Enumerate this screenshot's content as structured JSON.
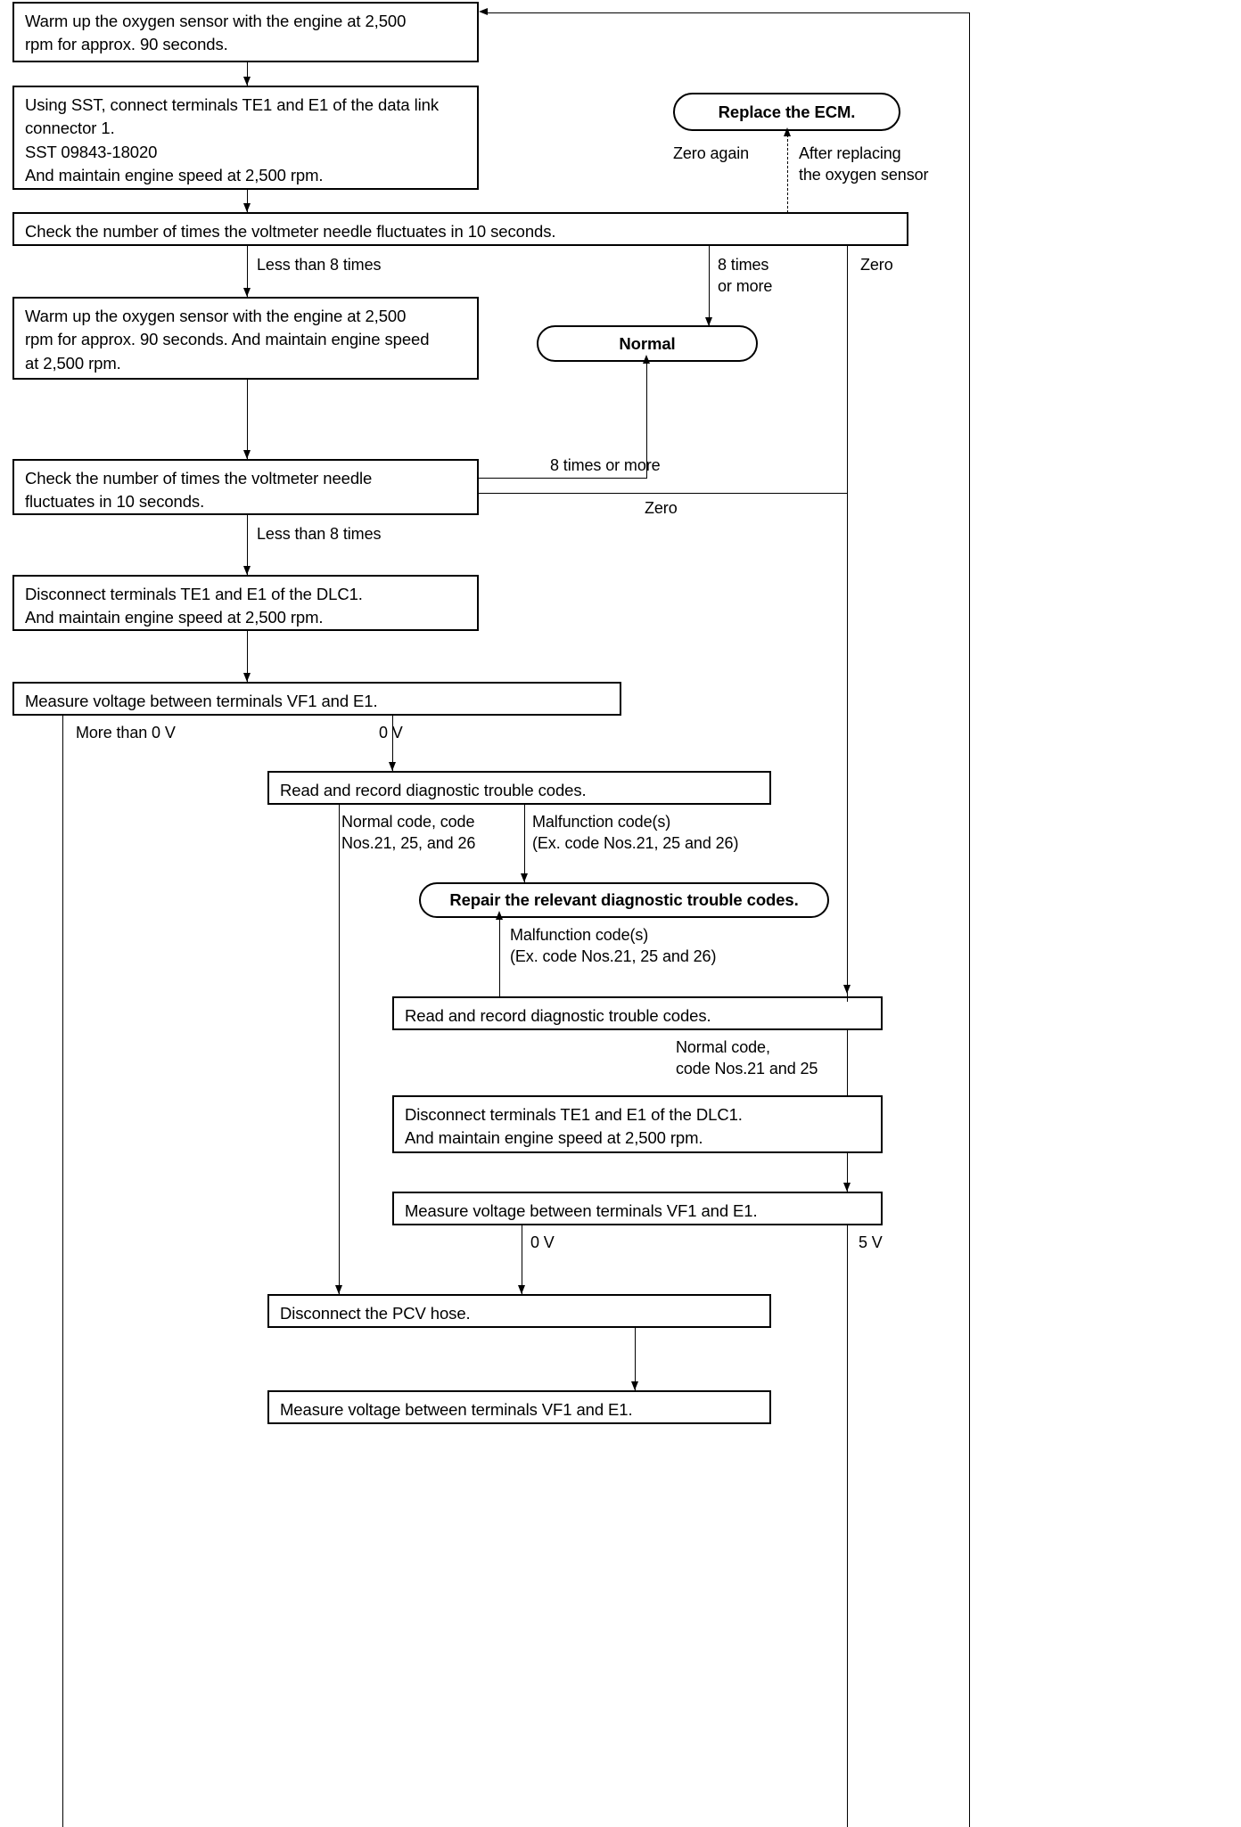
{
  "diagram": {
    "type": "flowchart",
    "title": "Oxygen sensor / ECM diagnostic flowchart",
    "nodes": [
      {
        "id": "n1",
        "shape": "process",
        "text": "Warm up the oxygen sensor with the engine at 2,500\nrpm for approx. 90 seconds."
      },
      {
        "id": "n2",
        "shape": "process",
        "text": "Using SST, connect terminals TE1 and E1 of the data link\nconnector 1.\nSST 09843-18020\nAnd maintain engine speed at 2,500 rpm."
      },
      {
        "id": "n3",
        "shape": "process",
        "text": "Check the number of times the voltmeter needle fluctuates in 10 seconds."
      },
      {
        "id": "n4",
        "shape": "terminator",
        "text": "Replace the ECM."
      },
      {
        "id": "n5",
        "shape": "process",
        "text": "Warm up the oxygen sensor with the engine at 2,500\nrpm for approx. 90 seconds. And maintain engine speed\nat 2,500 rpm."
      },
      {
        "id": "n6",
        "shape": "terminator",
        "text": "Normal"
      },
      {
        "id": "n7",
        "shape": "process",
        "text": "Check the number of times the voltmeter needle\nfluctuates in 10 seconds."
      },
      {
        "id": "n8",
        "shape": "process",
        "text": "Disconnect terminals TE1 and E1 of the DLC1.\nAnd maintain engine speed at 2,500 rpm."
      },
      {
        "id": "n9",
        "shape": "process",
        "text": "Measure voltage between terminals VF1 and E1."
      },
      {
        "id": "n10",
        "shape": "process",
        "text": "Read and record diagnostic trouble codes."
      },
      {
        "id": "n11",
        "shape": "terminator",
        "text": "Repair the relevant diagnostic trouble codes."
      },
      {
        "id": "n12",
        "shape": "process",
        "text": "Read and record diagnostic trouble codes."
      },
      {
        "id": "n13",
        "shape": "process",
        "text": "Disconnect terminals TE1 and E1 of the DLC1.\nAnd maintain engine speed at 2,500 rpm."
      },
      {
        "id": "n14",
        "shape": "process",
        "text": "Measure voltage between terminals VF1 and E1."
      },
      {
        "id": "n15",
        "shape": "process",
        "text": "Disconnect the PCV hose."
      },
      {
        "id": "n16",
        "shape": "process",
        "text": "Measure voltage between terminals VF1 and E1."
      }
    ],
    "edge_labels": [
      {
        "id": "e1",
        "text": "Zero again"
      },
      {
        "id": "e2",
        "text": "After replacing\nthe oxygen sensor"
      },
      {
        "id": "e3",
        "text": "Less than 8 times"
      },
      {
        "id": "e4",
        "text": "8 times\nor more"
      },
      {
        "id": "e5",
        "text": "Zero"
      },
      {
        "id": "e6",
        "text": "8 times or more"
      },
      {
        "id": "e7",
        "text": "Zero"
      },
      {
        "id": "e8",
        "text": "Less than 8 times"
      },
      {
        "id": "e9",
        "text": "More than 0 V"
      },
      {
        "id": "e10",
        "text": "0 V"
      },
      {
        "id": "e11",
        "text": "Normal code, code\nNos.21, 25, and 26"
      },
      {
        "id": "e12",
        "text": "Malfunction code(s)\n(Ex. code Nos.21, 25 and 26)"
      },
      {
        "id": "e13",
        "text": "Malfunction code(s)\n(Ex. code Nos.21, 25 and 26)"
      },
      {
        "id": "e14",
        "text": "Normal code,\ncode Nos.21 and 25"
      },
      {
        "id": "e15",
        "text": "0 V"
      },
      {
        "id": "e16",
        "text": "5 V"
      }
    ]
  }
}
